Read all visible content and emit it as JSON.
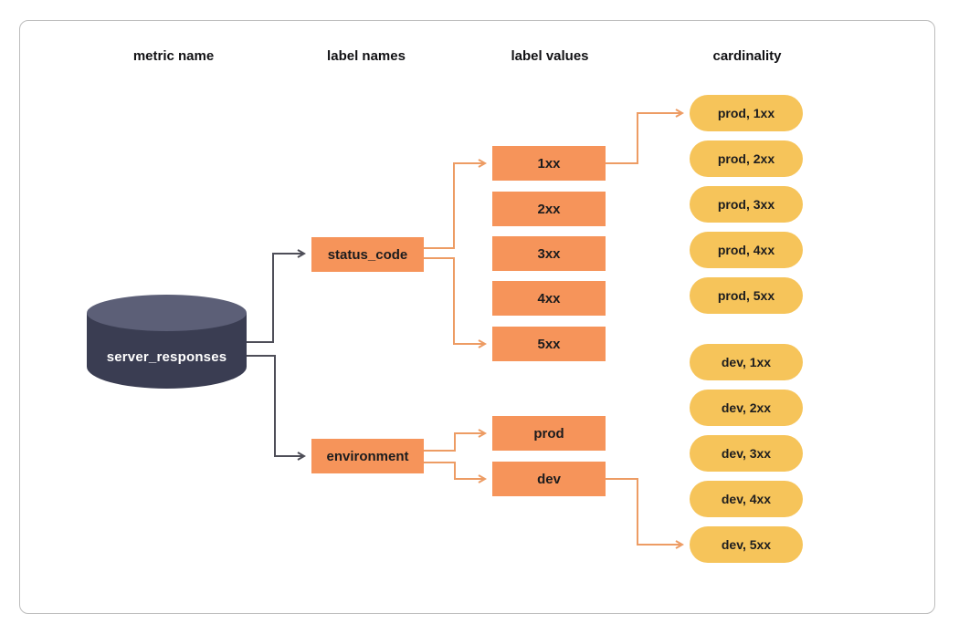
{
  "columns": {
    "metric_name": "metric name",
    "label_names": "label names",
    "label_values": "label values",
    "cardinality": "cardinality"
  },
  "metric": {
    "name": "server_responses"
  },
  "label_names": [
    "status_code",
    "environment"
  ],
  "status_code_values": [
    "1xx",
    "2xx",
    "3xx",
    "4xx",
    "5xx"
  ],
  "environment_values": [
    "prod",
    "dev"
  ],
  "cardinality_prod": [
    "prod, 1xx",
    "prod, 2xx",
    "prod, 3xx",
    "prod, 4xx",
    "prod, 5xx"
  ],
  "cardinality_dev": [
    "dev, 1xx",
    "dev, 2xx",
    "dev, 3xx",
    "dev, 4xx",
    "dev, 5xx"
  ],
  "colors": {
    "box_orange": "#f6945a",
    "pill_yellow": "#f6c45a",
    "connector_orange": "#ed9c64",
    "connector_dark": "#4e4e58",
    "cylinder_body": "#3a3d52",
    "cylinder_top": "#5c5f77",
    "card_border": "#bdbdbd"
  }
}
